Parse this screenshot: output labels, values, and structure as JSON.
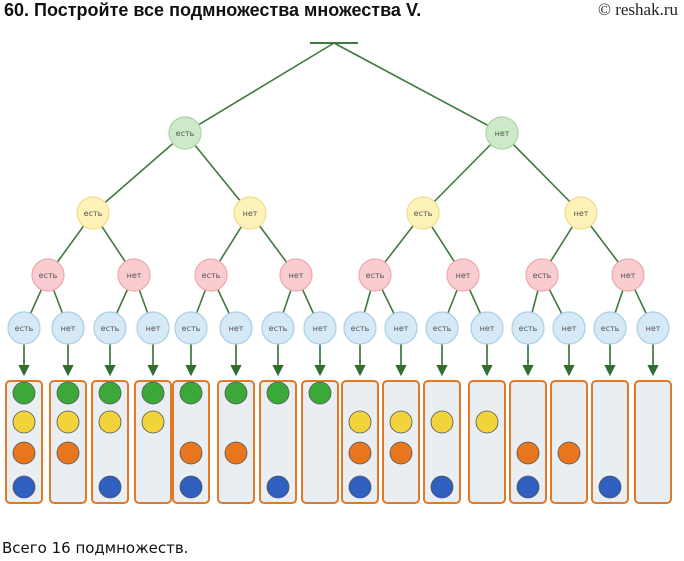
{
  "page": {
    "title": "60. Постройте все подмножества множества V.",
    "watermark": "© reshak.ru",
    "footer": "Всего 16 подмножеств."
  },
  "labels": {
    "yes": "есть",
    "no": "нет"
  },
  "level_colors": [
    {
      "fill": "#cdeac8",
      "stroke": "#a9d6a2"
    },
    {
      "fill": "#fdf2b8",
      "stroke": "#f2dc8a"
    },
    {
      "fill": "#f9cccf",
      "stroke": "#efa8ad"
    },
    {
      "fill": "#d6e9f6",
      "stroke": "#aacde6"
    }
  ],
  "elements": [
    {
      "name": "green",
      "color": "#3da83a"
    },
    {
      "name": "yellow",
      "color": "#f3d33c"
    },
    {
      "name": "orange",
      "color": "#e8761f"
    },
    {
      "name": "blue",
      "color": "#2f5fbf"
    }
  ],
  "line_color": "#3d7a3d",
  "box": {
    "fill": "#e9eef3",
    "stroke": "#e07a28"
  },
  "subsets": [
    [
      "green",
      "yellow",
      "orange",
      "blue"
    ],
    [
      "green",
      "yellow",
      "orange"
    ],
    [
      "green",
      "yellow",
      "blue"
    ],
    [
      "green",
      "yellow"
    ],
    [
      "green",
      "orange",
      "blue"
    ],
    [
      "green",
      "orange"
    ],
    [
      "green",
      "blue"
    ],
    [
      "green"
    ],
    [
      "yellow",
      "orange",
      "blue"
    ],
    [
      "yellow",
      "orange"
    ],
    [
      "yellow",
      "blue"
    ],
    [
      "yellow"
    ],
    [
      "orange",
      "blue"
    ],
    [
      "orange"
    ],
    [
      "blue"
    ],
    []
  ]
}
